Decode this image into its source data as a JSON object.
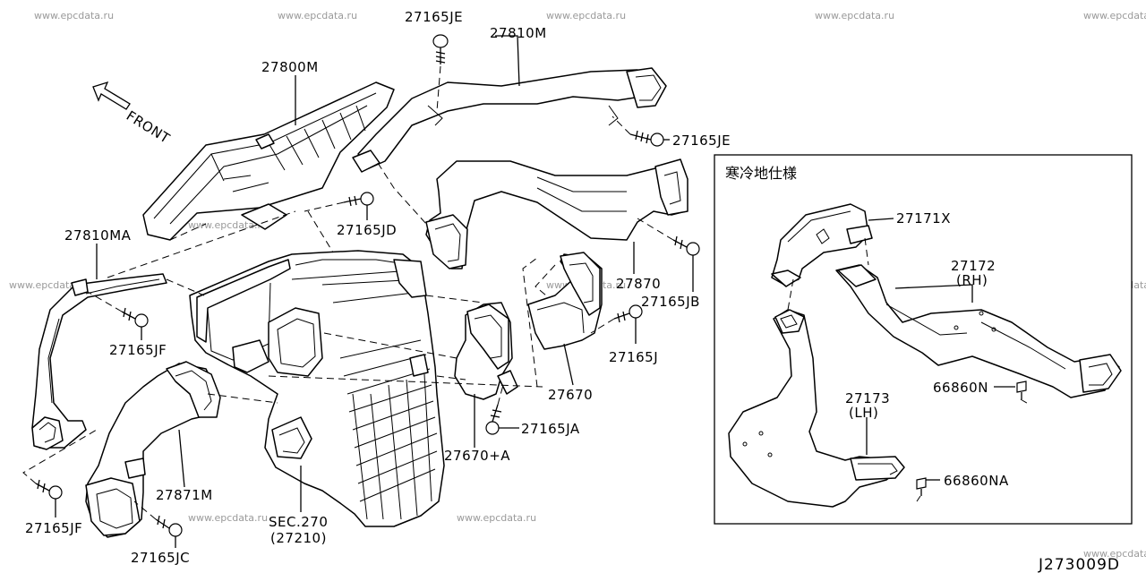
{
  "watermark": "www.epcdata.ru",
  "front_label": "FRONT",
  "section_title": "寒冷地仕様",
  "diagram_code": "J273009D",
  "labels": {
    "p27165JE_top": "27165JE",
    "p27810M": "27810M",
    "p27800M": "27800M",
    "p27165JE_right": "27165JE",
    "p27165JD": "27165JD",
    "p27810MA": "27810MA",
    "p27870": "27870",
    "p27165JB": "27165JB",
    "p27165J": "27165J",
    "p27165JF_mid": "27165JF",
    "p27670": "27670",
    "p27165JA": "27165JA",
    "p27670A": "27670+A",
    "p27871M": "27871M",
    "p27165JF_bot": "27165JF",
    "p27165JC": "27165JC",
    "sec270_a": "SEC.270",
    "sec270_b": "(27210)",
    "p27171X": "27171X",
    "p27172": "27172",
    "p27172_rh": "(RH)",
    "p66860N": "66860N",
    "p27173": "27173",
    "p27173_lh": "(LH)",
    "p66860NA": "66860NA"
  }
}
